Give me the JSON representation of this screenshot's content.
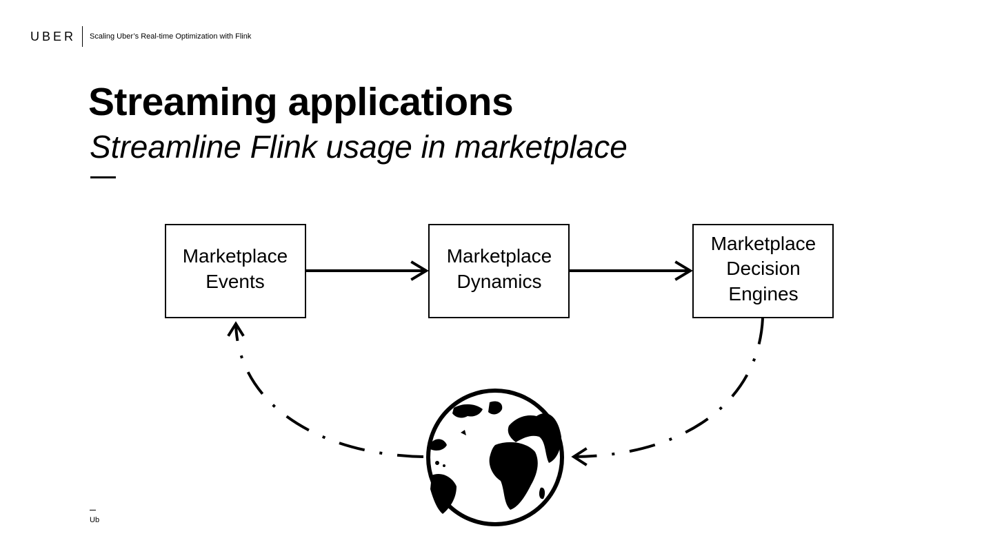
{
  "header": {
    "logo": "UBER",
    "deck_title": "Scaling Uber’s Real-time Optimization with Flink"
  },
  "slide": {
    "title": "Streaming applications",
    "subtitle": "Streamline Flink usage in marketplace"
  },
  "diagram": {
    "nodes": [
      {
        "id": "events",
        "lines": [
          "Marketplace",
          "Events"
        ]
      },
      {
        "id": "dynamics",
        "lines": [
          "Marketplace",
          "Dynamics"
        ]
      },
      {
        "id": "engines",
        "lines": [
          "Marketplace",
          "Decision",
          "Engines"
        ]
      }
    ],
    "edges": [
      {
        "from": "events",
        "to": "dynamics",
        "style": "solid"
      },
      {
        "from": "dynamics",
        "to": "engines",
        "style": "solid"
      },
      {
        "from": "engines",
        "to": "world",
        "style": "dash-dot"
      },
      {
        "from": "world",
        "to": "events",
        "style": "dash-dot"
      }
    ],
    "world_icon": "globe-icon"
  },
  "footer": {
    "text": "Ub"
  }
}
